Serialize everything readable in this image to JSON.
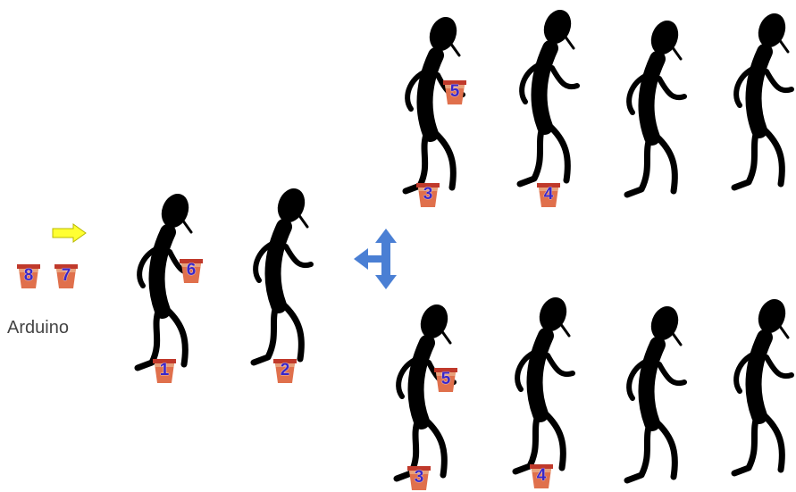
{
  "arduino_label": "Arduino",
  "buckets": [
    "8",
    "7",
    "6",
    "1",
    "2",
    "5",
    "3",
    "4",
    "5",
    "3",
    "4"
  ],
  "colors": {
    "figure": "#000000",
    "bucket_body": "#e0704c",
    "bucket_rim": "#c0392b",
    "bucket_number": "#3a27c8",
    "yellow_arrow": "#ffff33",
    "split_arrow": "#4a7fd4"
  }
}
